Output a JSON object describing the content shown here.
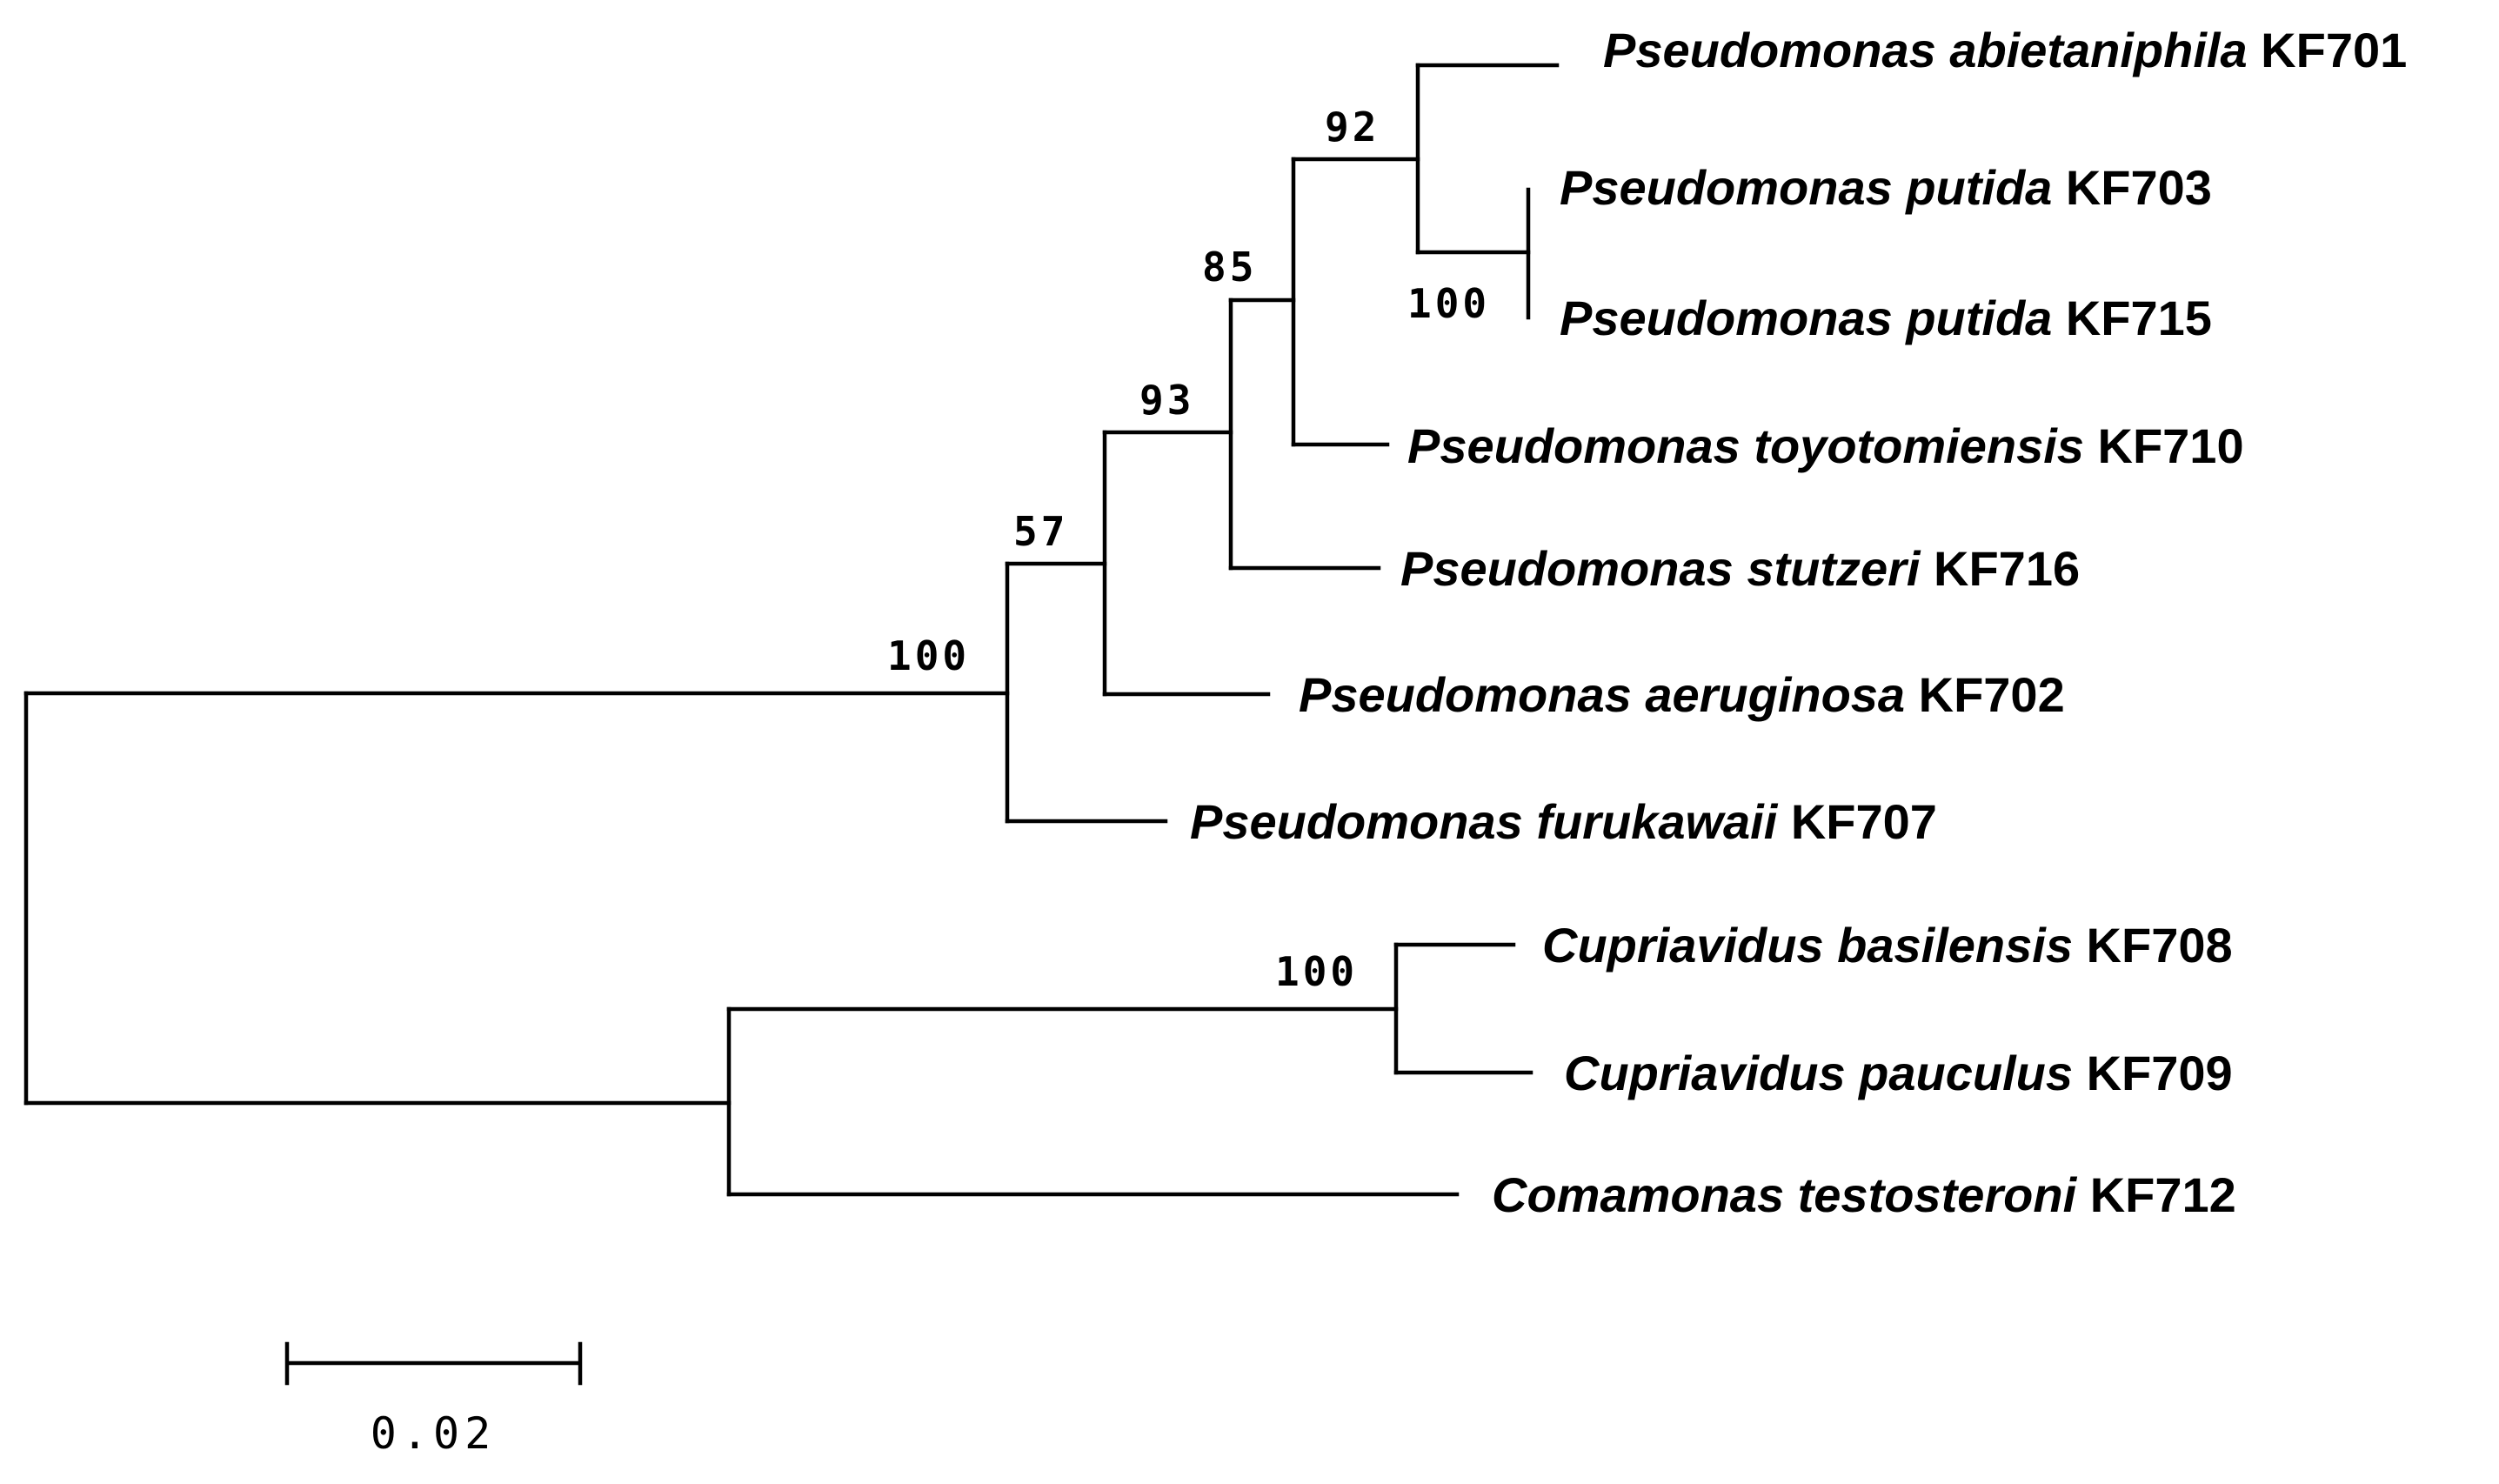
{
  "tree": {
    "taxa": [
      {
        "id": "abietaniphila",
        "species": "Pseudomonas abietaniphila",
        "accession": "KF701"
      },
      {
        "id": "putida_703",
        "species": "Pseudomonas putida",
        "accession": "KF703"
      },
      {
        "id": "putida_715",
        "species": "Pseudomonas putida",
        "accession": "KF715"
      },
      {
        "id": "toyotomiensis",
        "species": "Pseudomonas toyotomiensis",
        "accession": "KF710"
      },
      {
        "id": "stutzeri",
        "species": "Pseudomonas stutzeri",
        "accession": "KF716"
      },
      {
        "id": "aeruginosa",
        "species": "Pseudomonas aeruginosa",
        "accession": "KF702"
      },
      {
        "id": "furukawaii",
        "species": "Pseudomonas furukawaii",
        "accession": "KF707"
      },
      {
        "id": "basilensis",
        "species": "Cupriavidus basilensis",
        "accession": "KF708"
      },
      {
        "id": "pauculus",
        "species": "Cupriavidus pauculus",
        "accession": "KF709"
      },
      {
        "id": "testosteroni",
        "species": "Comamonas testosteroni",
        "accession": "KF712"
      }
    ],
    "bootstrap": {
      "putida_clade": "100",
      "abietaniphila_putida": "92",
      "toyotomiensis_clade": "85",
      "stutzeri_clade": "93",
      "aeruginosa_clade": "57",
      "pseudomonas_clade": "100",
      "cupriavidus_clade": "100"
    },
    "scale_bar": {
      "label": "0.02"
    }
  }
}
